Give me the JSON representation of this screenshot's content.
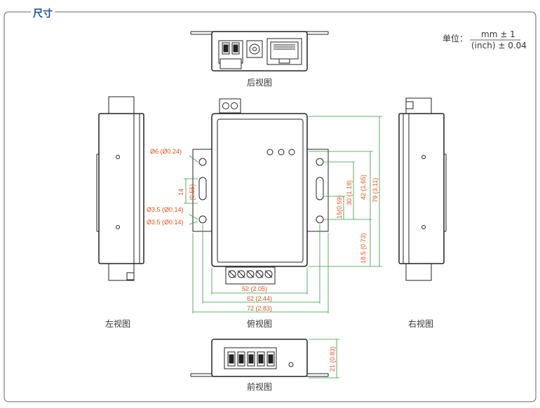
{
  "section_title": "尺寸",
  "unit_note": {
    "prefix": "单位：",
    "numerator": "mm ± 1",
    "denominator": "(inch) ± 0.04"
  },
  "views": {
    "rear": "后视图",
    "left": "左视图",
    "top": "俯视图",
    "right": "右视图",
    "front": "前视图"
  },
  "dimensions": {
    "hole_large": "Ø6 (Ø0.24)",
    "hole_small_1": "Ø3.5 (Ø0.14)",
    "hole_small_2": "Ø3.5 (Ø0.14)",
    "slot_14": "14",
    "slot_055": "(0.55)",
    "w52": "52 (2.05)",
    "w62": "62 (2.44)",
    "w72": "72 (2.83)",
    "h15": "15(0.59)",
    "h30": "30 (1.18)",
    "h42": "42 (1.65)",
    "h79": "79 (3.11)",
    "h185": "18.5 (0.73)",
    "h21": "21 (0.83)"
  },
  "colors": {
    "title": "#1b4fa0",
    "frame": "#555555",
    "dimension": "#e8501a",
    "dim_line": "#2e9b3c",
    "outline": "#222222"
  }
}
